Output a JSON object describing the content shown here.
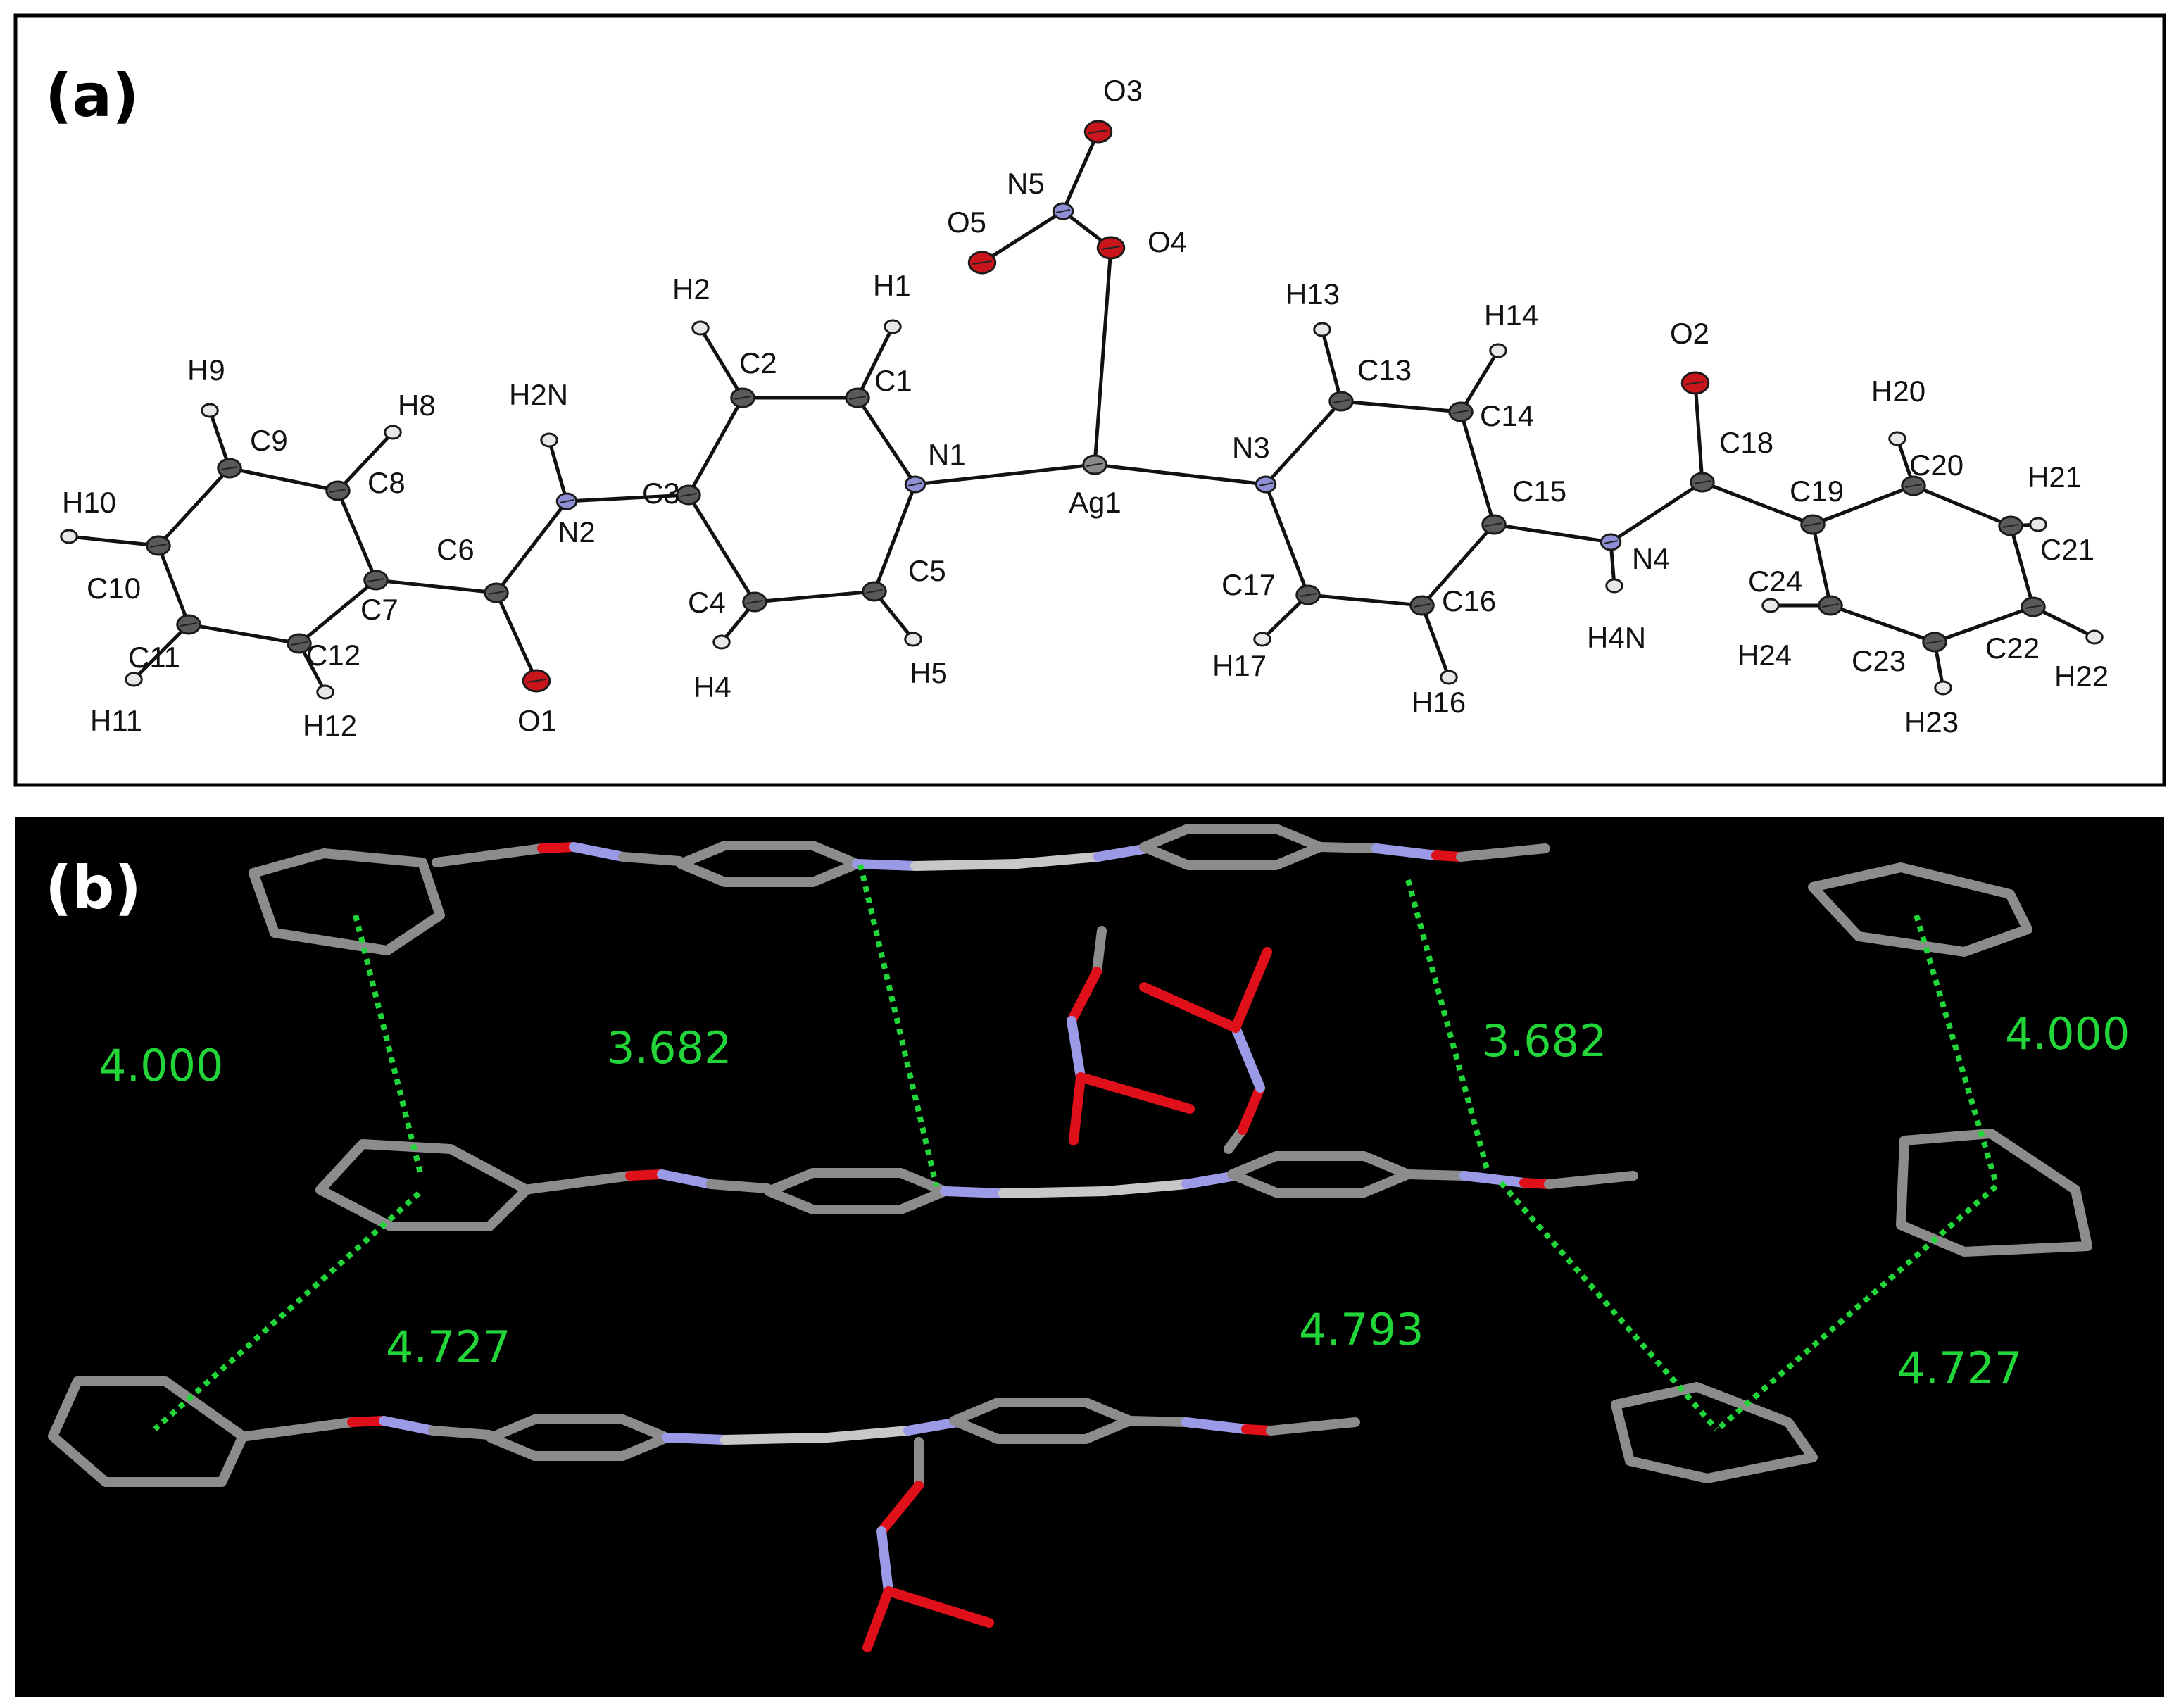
{
  "panel_a": {
    "label": "(a)",
    "atoms": [
      {
        "id": "C1",
        "el": "C",
        "label": "C1"
      },
      {
        "id": "C2",
        "el": "C",
        "label": "C2"
      },
      {
        "id": "C3",
        "el": "C",
        "label": "C3"
      },
      {
        "id": "C4",
        "el": "C",
        "label": "C4"
      },
      {
        "id": "C5",
        "el": "C",
        "label": "C5"
      },
      {
        "id": "N1",
        "el": "N",
        "label": "N1"
      },
      {
        "id": "N2",
        "el": "N",
        "label": "N2"
      },
      {
        "id": "C6",
        "el": "C",
        "label": "C6"
      },
      {
        "id": "O1",
        "el": "O",
        "label": "O1"
      },
      {
        "id": "C7",
        "el": "C",
        "label": "C7"
      },
      {
        "id": "C8",
        "el": "C",
        "label": "C8"
      },
      {
        "id": "C9",
        "el": "C",
        "label": "C9"
      },
      {
        "id": "C10",
        "el": "C",
        "label": "C10"
      },
      {
        "id": "C11",
        "el": "C",
        "label": "C11"
      },
      {
        "id": "C12",
        "el": "C",
        "label": "C12"
      },
      {
        "id": "Ag1",
        "el": "Ag",
        "label": "Ag1"
      },
      {
        "id": "N5",
        "el": "N",
        "label": "N5"
      },
      {
        "id": "O3",
        "el": "O",
        "label": "O3"
      },
      {
        "id": "O4",
        "el": "O",
        "label": "O4"
      },
      {
        "id": "O5",
        "el": "O",
        "label": "O5"
      },
      {
        "id": "N3",
        "el": "N",
        "label": "N3"
      },
      {
        "id": "C13",
        "el": "C",
        "label": "C13"
      },
      {
        "id": "C14",
        "el": "C",
        "label": "C14"
      },
      {
        "id": "C15",
        "el": "C",
        "label": "C15"
      },
      {
        "id": "C16",
        "el": "C",
        "label": "C16"
      },
      {
        "id": "C17",
        "el": "C",
        "label": "C17"
      },
      {
        "id": "N4",
        "el": "N",
        "label": "N4"
      },
      {
        "id": "C18",
        "el": "C",
        "label": "C18"
      },
      {
        "id": "O2",
        "el": "O",
        "label": "O2"
      },
      {
        "id": "C19",
        "el": "C",
        "label": "C19"
      },
      {
        "id": "C20",
        "el": "C",
        "label": "C20"
      },
      {
        "id": "C21",
        "el": "C",
        "label": "C21"
      },
      {
        "id": "C22",
        "el": "C",
        "label": "C22"
      },
      {
        "id": "C23",
        "el": "C",
        "label": "C23"
      },
      {
        "id": "C24",
        "el": "C",
        "label": "C24"
      },
      {
        "id": "H1",
        "el": "H",
        "label": "H1"
      },
      {
        "id": "H2",
        "el": "H",
        "label": "H2"
      },
      {
        "id": "H4",
        "el": "H",
        "label": "H4"
      },
      {
        "id": "H5",
        "el": "H",
        "label": "H5"
      },
      {
        "id": "H2N",
        "el": "H",
        "label": "H2N"
      },
      {
        "id": "H8",
        "el": "H",
        "label": "H8"
      },
      {
        "id": "H9",
        "el": "H",
        "label": "H9"
      },
      {
        "id": "H10",
        "el": "H",
        "label": "H10"
      },
      {
        "id": "H11",
        "el": "H",
        "label": "H11"
      },
      {
        "id": "H12",
        "el": "H",
        "label": "H12"
      },
      {
        "id": "H13",
        "el": "H",
        "label": "H13"
      },
      {
        "id": "H14",
        "el": "H",
        "label": "H14"
      },
      {
        "id": "H16",
        "el": "H",
        "label": "H16"
      },
      {
        "id": "H17",
        "el": "H",
        "label": "H17"
      },
      {
        "id": "H4N",
        "el": "H",
        "label": "H4N"
      },
      {
        "id": "H20",
        "el": "H",
        "label": "H20"
      },
      {
        "id": "H21",
        "el": "H",
        "label": "H21"
      },
      {
        "id": "H22",
        "el": "H",
        "label": "H22"
      },
      {
        "id": "H23",
        "el": "H",
        "label": "H23"
      },
      {
        "id": "H24",
        "el": "H",
        "label": "H24"
      }
    ],
    "bonds": [
      [
        "N1",
        "C1"
      ],
      [
        "C1",
        "C2"
      ],
      [
        "C2",
        "C3"
      ],
      [
        "C3",
        "C4"
      ],
      [
        "C4",
        "C5"
      ],
      [
        "C5",
        "N1"
      ],
      [
        "C3",
        "N2"
      ],
      [
        "N2",
        "C6"
      ],
      [
        "C6",
        "O1"
      ],
      [
        "C6",
        "C7"
      ],
      [
        "C7",
        "C8"
      ],
      [
        "C8",
        "C9"
      ],
      [
        "C9",
        "C10"
      ],
      [
        "C10",
        "C11"
      ],
      [
        "C11",
        "C12"
      ],
      [
        "C12",
        "C7"
      ],
      [
        "N1",
        "Ag1"
      ],
      [
        "Ag1",
        "N3"
      ],
      [
        "Ag1",
        "O4"
      ],
      [
        "O4",
        "N5"
      ],
      [
        "N5",
        "O3"
      ],
      [
        "N5",
        "O5"
      ],
      [
        "N3",
        "C13"
      ],
      [
        "C13",
        "C14"
      ],
      [
        "C14",
        "C15"
      ],
      [
        "C15",
        "C16"
      ],
      [
        "C16",
        "C17"
      ],
      [
        "C17",
        "N3"
      ],
      [
        "C15",
        "N4"
      ],
      [
        "N4",
        "C18"
      ],
      [
        "C18",
        "O2"
      ],
      [
        "C18",
        "C19"
      ],
      [
        "C19",
        "C20"
      ],
      [
        "C20",
        "C21"
      ],
      [
        "C21",
        "C22"
      ],
      [
        "C22",
        "C23"
      ],
      [
        "C23",
        "C24"
      ],
      [
        "C24",
        "C19"
      ],
      [
        "C1",
        "H1"
      ],
      [
        "C2",
        "H2"
      ],
      [
        "C4",
        "H4"
      ],
      [
        "C5",
        "H5"
      ],
      [
        "N2",
        "H2N"
      ],
      [
        "C8",
        "H8"
      ],
      [
        "C9",
        "H9"
      ],
      [
        "C10",
        "H10"
      ],
      [
        "C11",
        "H11"
      ],
      [
        "C12",
        "H12"
      ],
      [
        "C13",
        "H13"
      ],
      [
        "C14",
        "H14"
      ],
      [
        "C16",
        "H16"
      ],
      [
        "C17",
        "H17"
      ],
      [
        "N4",
        "H4N"
      ],
      [
        "C20",
        "H20"
      ],
      [
        "C21",
        "H21"
      ],
      [
        "C22",
        "H22"
      ],
      [
        "C23",
        "H23"
      ],
      [
        "C24",
        "H24"
      ]
    ]
  },
  "panel_b": {
    "label": "(b)",
    "distances": [
      {
        "value": "4.000"
      },
      {
        "value": "3.682"
      },
      {
        "value": "3.682"
      },
      {
        "value": "4.000"
      },
      {
        "value": "4.727"
      },
      {
        "value": "4.793"
      },
      {
        "value": "4.727"
      }
    ]
  },
  "colors": {
    "carbon": "#5a5a5a",
    "nitrogen": "#8f8fd6",
    "oxygen": "#c8151b",
    "silver": "#8a8a8a",
    "hydrogen": "#e8e8e8",
    "stick_gray": "#8c8c8c",
    "stick_blue": "#9a9ae6",
    "stick_red": "#e0101a",
    "silver_stick": "#c8c8c8",
    "contact_green": "#22d63a",
    "panel_b_bg": "#000000"
  }
}
